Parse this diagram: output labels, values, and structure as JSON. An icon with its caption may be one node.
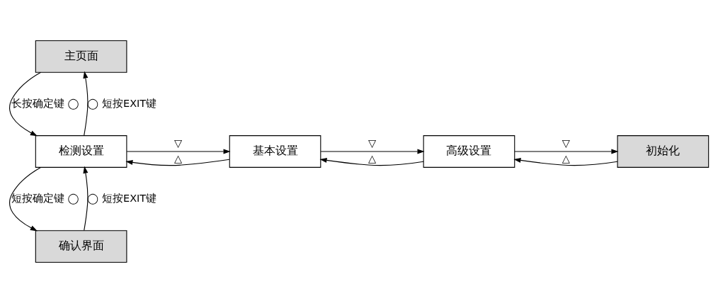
{
  "diagram": {
    "nodes": [
      {
        "text": [
          "主页面"
        ]
      },
      {
        "text": [
          "检测设置"
        ]
      },
      {
        "text": [
          "基本设置"
        ]
      },
      {
        "text": [
          "高级设置"
        ]
      },
      {
        "text": [
          "初始化"
        ]
      },
      {
        "text": [
          "确认界面"
        ]
      }
    ],
    "edges": [
      {
        "from": 0,
        "to": 1,
        "arrow": "to",
        "label": "长按确定键 ◯"
      },
      {
        "from": 1,
        "to": 0,
        "arrow": "to",
        "label": "◯ 短按EXIT键"
      },
      {
        "from": 1,
        "to": 2,
        "arrow": "to",
        "label": "▽"
      },
      {
        "from": 2,
        "to": 1,
        "arrow": "to",
        "label": "△"
      },
      {
        "from": 2,
        "to": 3,
        "arrow": "to",
        "label": "▽"
      },
      {
        "from": 3,
        "to": 2,
        "arrow": "to",
        "label": "△"
      },
      {
        "from": 3,
        "to": 4,
        "arrow": "to",
        "label": "▽"
      },
      {
        "from": 4,
        "to": 3,
        "arrow": "to",
        "label": "△"
      },
      {
        "from": 1,
        "to": 5,
        "arrow": "to",
        "label": "短按确定键 ◯"
      },
      {
        "from": 5,
        "to": 1,
        "arrow": "to",
        "label": "◯ 短按EXIT键"
      }
    ]
  }
}
